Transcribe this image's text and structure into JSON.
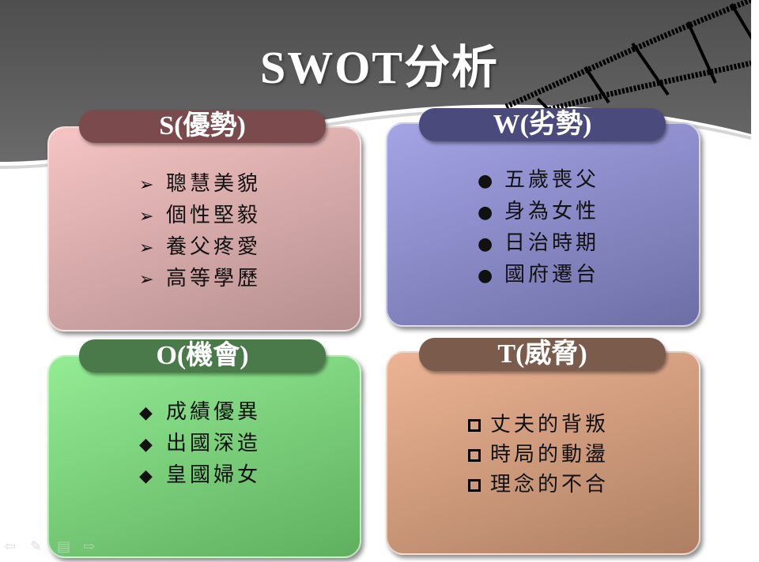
{
  "title": "SWOT分析",
  "colors": {
    "header_bg": "#626262",
    "s": "#7b4a4c",
    "w": "#4b4a7c",
    "o": "#4a7a4a",
    "t": "#7b5b4b"
  },
  "quadrants": {
    "s": {
      "label": "S(優勢)",
      "bullet_icon": "arrow-bullet",
      "items": [
        "聰慧美貌",
        "個性堅毅",
        "養父疼愛",
        "高等學歷"
      ]
    },
    "w": {
      "label": "W(劣勢)",
      "bullet_icon": "circle-bullet",
      "items": [
        "五歲喪父",
        "身為女性",
        "日治時期",
        "國府遷台"
      ]
    },
    "o": {
      "label": "O(機會)",
      "bullet_icon": "diamond-bullet",
      "items": [
        "成績優異",
        "出國深造",
        "皇國婦女"
      ]
    },
    "t": {
      "label": "T(威脅)",
      "bullet_icon": "square-bullet",
      "items": [
        "丈夫的背叛",
        "時局的動盪",
        "理念的不合"
      ]
    }
  },
  "controls": [
    "previous-icon",
    "pen-icon",
    "menu-icon",
    "next-icon"
  ]
}
